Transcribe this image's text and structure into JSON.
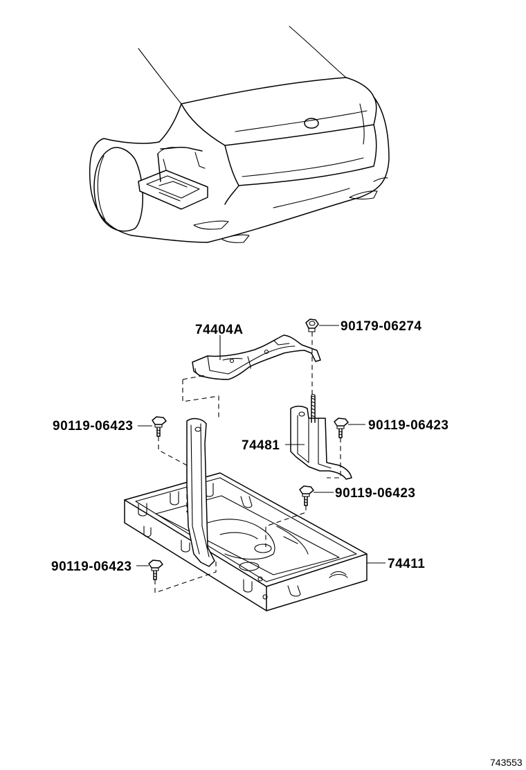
{
  "diagram": {
    "labels": {
      "bracket": "74404A",
      "nut_top": "90179-06274",
      "bolt_left_upper": "90119-06423",
      "bolt_right_upper": "90119-06423",
      "clamp": "74481",
      "bolt_right_lower": "90119-06423",
      "tray": "74411",
      "bolt_left_lower": "90119-06423"
    },
    "reference_code": "743553"
  }
}
